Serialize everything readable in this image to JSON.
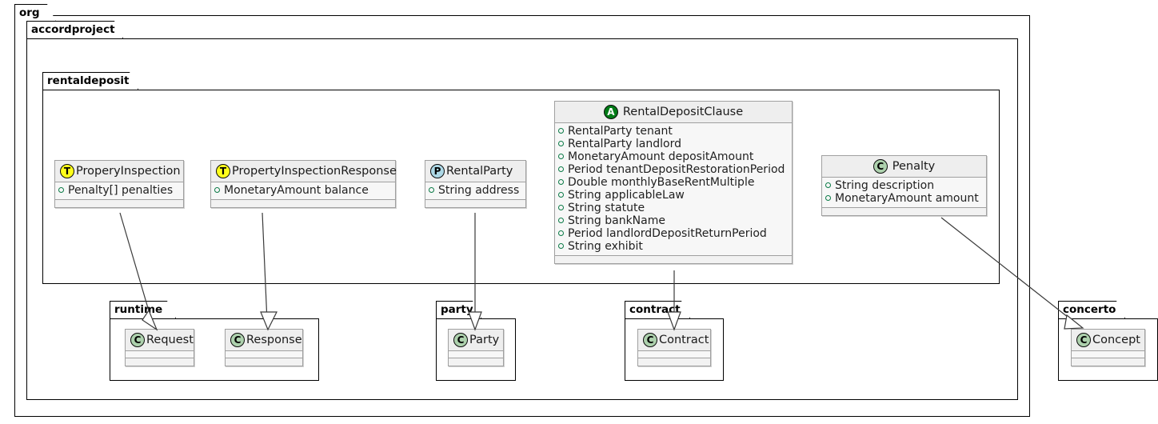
{
  "diagram": {
    "type": "uml-class-diagram",
    "title": "org.accordproject.rentaldeposit class model"
  },
  "packages": [
    {
      "id": "org",
      "name": "org"
    },
    {
      "id": "accordproject",
      "name": "accordproject"
    },
    {
      "id": "rentaldeposit",
      "name": "rentaldeposit"
    },
    {
      "id": "runtime",
      "name": "runtime"
    },
    {
      "id": "party",
      "name": "party"
    },
    {
      "id": "contract",
      "name": "contract"
    },
    {
      "id": "concerto",
      "name": "concerto"
    }
  ],
  "classes": {
    "properyInspection": {
      "name": "ProperyInspection",
      "stereotype": "T",
      "stereotype_color": "#ffff1a",
      "attributes": [
        {
          "type": "Penalty[]",
          "name": "penalties",
          "text": "Penalty[] penalties"
        }
      ]
    },
    "propertyInspectionResponse": {
      "name": "PropertyInspectionResponse",
      "stereotype": "T",
      "stereotype_color": "#ffff1a",
      "attributes": [
        {
          "type": "MonetaryAmount",
          "name": "balance",
          "text": "MonetaryAmount balance"
        }
      ]
    },
    "rentalParty": {
      "name": "RentalParty",
      "stereotype": "P",
      "stereotype_color": "#add8e6",
      "attributes": [
        {
          "type": "String",
          "name": "address",
          "text": "String address"
        }
      ]
    },
    "rentalDepositClause": {
      "name": "RentalDepositClause",
      "stereotype": "A",
      "stereotype_color": "#017b17",
      "attributes": [
        {
          "type": "RentalParty",
          "name": "tenant",
          "text": "RentalParty tenant"
        },
        {
          "type": "RentalParty",
          "name": "landlord",
          "text": "RentalParty landlord"
        },
        {
          "type": "MonetaryAmount",
          "name": "depositAmount",
          "text": "MonetaryAmount depositAmount"
        },
        {
          "type": "Period",
          "name": "tenantDepositRestorationPeriod",
          "text": "Period tenantDepositRestorationPeriod"
        },
        {
          "type": "Double",
          "name": "monthlyBaseRentMultiple",
          "text": "Double monthlyBaseRentMultiple"
        },
        {
          "type": "String",
          "name": "applicableLaw",
          "text": "String applicableLaw"
        },
        {
          "type": "String",
          "name": "statute",
          "text": "String statute"
        },
        {
          "type": "String",
          "name": "bankName",
          "text": "String bankName"
        },
        {
          "type": "Period",
          "name": "landlordDepositReturnPeriod",
          "text": "Period landlordDepositReturnPeriod"
        },
        {
          "type": "String",
          "name": "exhibit",
          "text": "String exhibit"
        }
      ]
    },
    "penalty": {
      "name": "Penalty",
      "stereotype": "C",
      "stereotype_color": "#add1ad",
      "attributes": [
        {
          "type": "String",
          "name": "description",
          "text": "String description"
        },
        {
          "type": "MonetaryAmount",
          "name": "amount",
          "text": "MonetaryAmount amount"
        }
      ]
    },
    "request": {
      "name": "Request",
      "stereotype": "C",
      "stereotype_color": "#add1ad",
      "attributes": []
    },
    "response": {
      "name": "Response",
      "stereotype": "C",
      "stereotype_color": "#add1ad",
      "attributes": []
    },
    "party": {
      "name": "Party",
      "stereotype": "C",
      "stereotype_color": "#add1ad",
      "attributes": []
    },
    "contract": {
      "name": "Contract",
      "stereotype": "C",
      "stereotype_color": "#add1ad",
      "attributes": []
    },
    "concept": {
      "name": "Concept",
      "stereotype": "C",
      "stereotype_color": "#add1ad",
      "attributes": []
    }
  },
  "relationships": [
    {
      "from": "ProperyInspection",
      "to": "Request",
      "kind": "generalization"
    },
    {
      "from": "PropertyInspectionResponse",
      "to": "Response",
      "kind": "generalization"
    },
    {
      "from": "RentalParty",
      "to": "Party",
      "kind": "generalization"
    },
    {
      "from": "RentalDepositClause",
      "to": "Contract",
      "kind": "generalization"
    },
    {
      "from": "Penalty",
      "to": "Concept",
      "kind": "generalization"
    }
  ]
}
